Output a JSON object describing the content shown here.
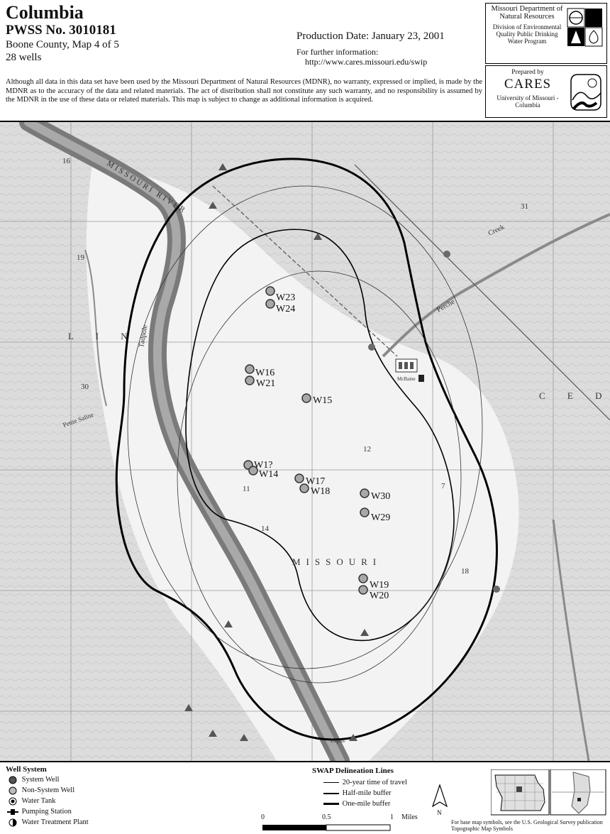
{
  "header": {
    "title": "Columbia",
    "pwss": "PWSS No. 3010181",
    "county_map": "Boone  County, Map 4 of 5",
    "wells": "28  wells",
    "production_date": "Production Date:  January 23, 2001",
    "further_info": "For further information:",
    "url": "http://www.cares.missouri.edu/swip",
    "disclaimer": "Although all data in this data set have been used by the Missouri Department of Natural Resources (MDNR), no warranty, expressed or implied, is made by the MDNR as to the accuracy of the data and related materials.  The act of distribution shall not constitute any such warranty, and no responsibility is assumed by the MDNR in the use of these data or related materials.  This map is subject to change as additional information is acquired."
  },
  "agency": {
    "name": "Missouri Department of Natural Resources",
    "division": "Division of Environmental Quality Public Drinking Water Program"
  },
  "cares": {
    "prepared_by": "Prepared by",
    "name": "CARES",
    "university": "University of Missouri - Columbia"
  },
  "map": {
    "place_labels": {
      "river_upper": "MISSOURI RIVER",
      "river_lower": "MISSOURI",
      "tadpole": "Tadpole",
      "town": "McBaine",
      "lupus": "Lupus",
      "perche": "Perche",
      "creek": "Creek",
      "petite": "Petite Saline",
      "lin": "L I N",
      "ced": "C E D",
      "sec_16": "16",
      "sec_19": "19",
      "sec_30": "30",
      "sec_31": "31",
      "sec_12": "12",
      "sec_11": "11",
      "sec_14": "14",
      "sec_18": "18",
      "sec_7": "7"
    },
    "wells": [
      {
        "id": "W23",
        "label": "W23"
      },
      {
        "id": "W24",
        "label": "W24"
      },
      {
        "id": "W16",
        "label": "W16"
      },
      {
        "id": "W21",
        "label": "W21"
      },
      {
        "id": "W15",
        "label": "W15"
      },
      {
        "id": "W13",
        "label": "W1?"
      },
      {
        "id": "W14",
        "label": "W14"
      },
      {
        "id": "W17",
        "label": "W17"
      },
      {
        "id": "W18",
        "label": "W18"
      },
      {
        "id": "W30",
        "label": "W30"
      },
      {
        "id": "W29",
        "label": "W29"
      },
      {
        "id": "W19",
        "label": "W19"
      },
      {
        "id": "W20",
        "label": "W20"
      }
    ],
    "colors": {
      "non_system_well": "#a8a8a8",
      "system_well": "#555555",
      "water_tank": "#707070",
      "buffer_line": "#000000"
    }
  },
  "legend": {
    "well_system_title": "Well System",
    "well_items": [
      "System Well",
      "Non-System Well",
      "Water Tank",
      "Pumping Station",
      "Water Treatment Plant"
    ],
    "swap_title": "SWAP Delineation Lines",
    "swap_items": [
      "20-year time of travel",
      "Half-mile buffer",
      "One-mile buffer"
    ],
    "scale": {
      "labels": [
        "0",
        "0.5",
        "1"
      ],
      "unit": "Miles"
    },
    "north": "N",
    "basemap_note": "For base map symbols, see the U.S. Geological Survey publication Topographic Map Symbols"
  }
}
